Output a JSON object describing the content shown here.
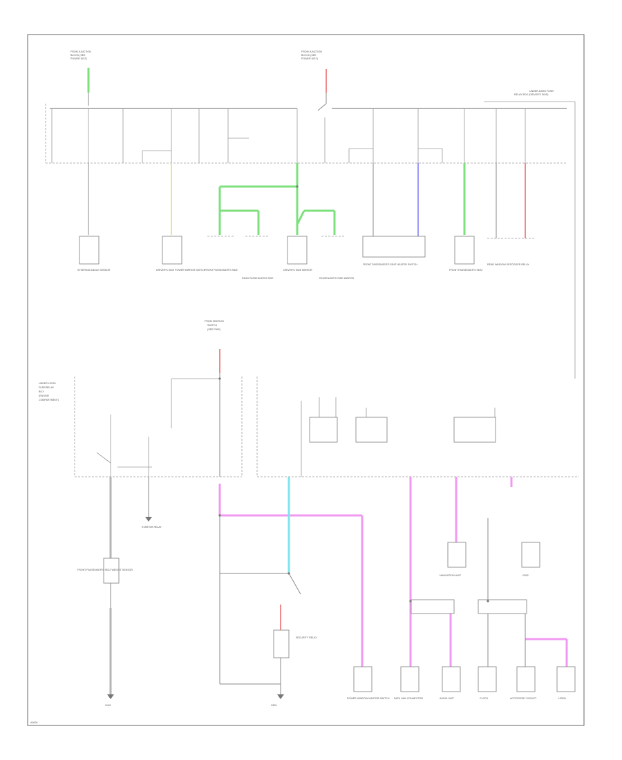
{
  "diagram": {
    "page_code": "A0000",
    "top_left_source": [
      "FROM JUNCTION",
      "BLOCK (SEE",
      "POWER DIST)"
    ],
    "top_mid_source": [
      "FROM JUNCTION",
      "BLOCK (SEE",
      "POWER DIST)"
    ],
    "under_dash_box": [
      "UNDER-DASH FUSE/",
      "RELAY BOX (DRIVER'S SIDE)"
    ],
    "mid_source": [
      "FROM IGNITION",
      "SWITCH",
      "(SEE PWR)"
    ],
    "left_relay_box": [
      "UNDER-HOOD",
      "FUSE/RELAY",
      "BOX",
      "(ENGINE",
      "COMPARTMENT)"
    ],
    "modules_top": [
      "STEERING ANGLE SENSOR",
      "DRIVER'S SIDE POWER MIRROR SWITCH",
      "FRONT PASSENGER'S SIDE",
      "REAR PASSENGER'S SIDE",
      "DRIVER'S SIDE MIRROR",
      "PASSENGER'S SIDE MIRROR",
      "FRONT PASSENGER'S SEAT HEATER SWITCH",
      "FRONT PASSENGER'S SEAT",
      "REAR WINDOW DEFOGGER RELAY"
    ],
    "modules_bottom": [
      "FRONT PASSENGER'S SEAT WEIGHT SENSOR",
      "G401",
      "STARTER RELAY",
      "G501",
      "SECURITY RELAY",
      "POWER WINDOW MASTER SWITCH",
      "DATA LINK CONNECTOR",
      "AUDIO UNIT",
      "NAVIGATION UNIT",
      "CLOCK",
      "ACCESSORY SOCKET",
      "HORN",
      "G502"
    ]
  }
}
